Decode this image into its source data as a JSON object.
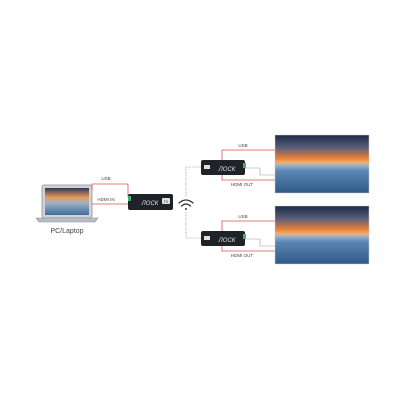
{
  "source": {
    "label": "PC/Laptop",
    "usb_label": "USB",
    "hdmi_in_label": "HDMI IN"
  },
  "transmitter": {
    "logo_text": "ЛОСК",
    "badge_text": "TX"
  },
  "receivers": [
    {
      "usb_label": "USB",
      "hdmi_out_label": "HDMI OUT",
      "logo_text": "ЛОСК"
    },
    {
      "usb_label": "USB",
      "hdmi_out_label": "HDMI OUT",
      "logo_text": "ЛОСК"
    }
  ],
  "colors": {
    "cable_usb": "#d9534f",
    "cable_hdmi": "#d9534f",
    "connector_dim": "#999999",
    "device_body": "#1f2227",
    "indicator_green": "#3cb371",
    "sky_top": "#2b3e5c",
    "sky_orange": "#e8803a",
    "sea": "#3f6c99"
  },
  "icons": {
    "wireless": "wifi-icon"
  }
}
